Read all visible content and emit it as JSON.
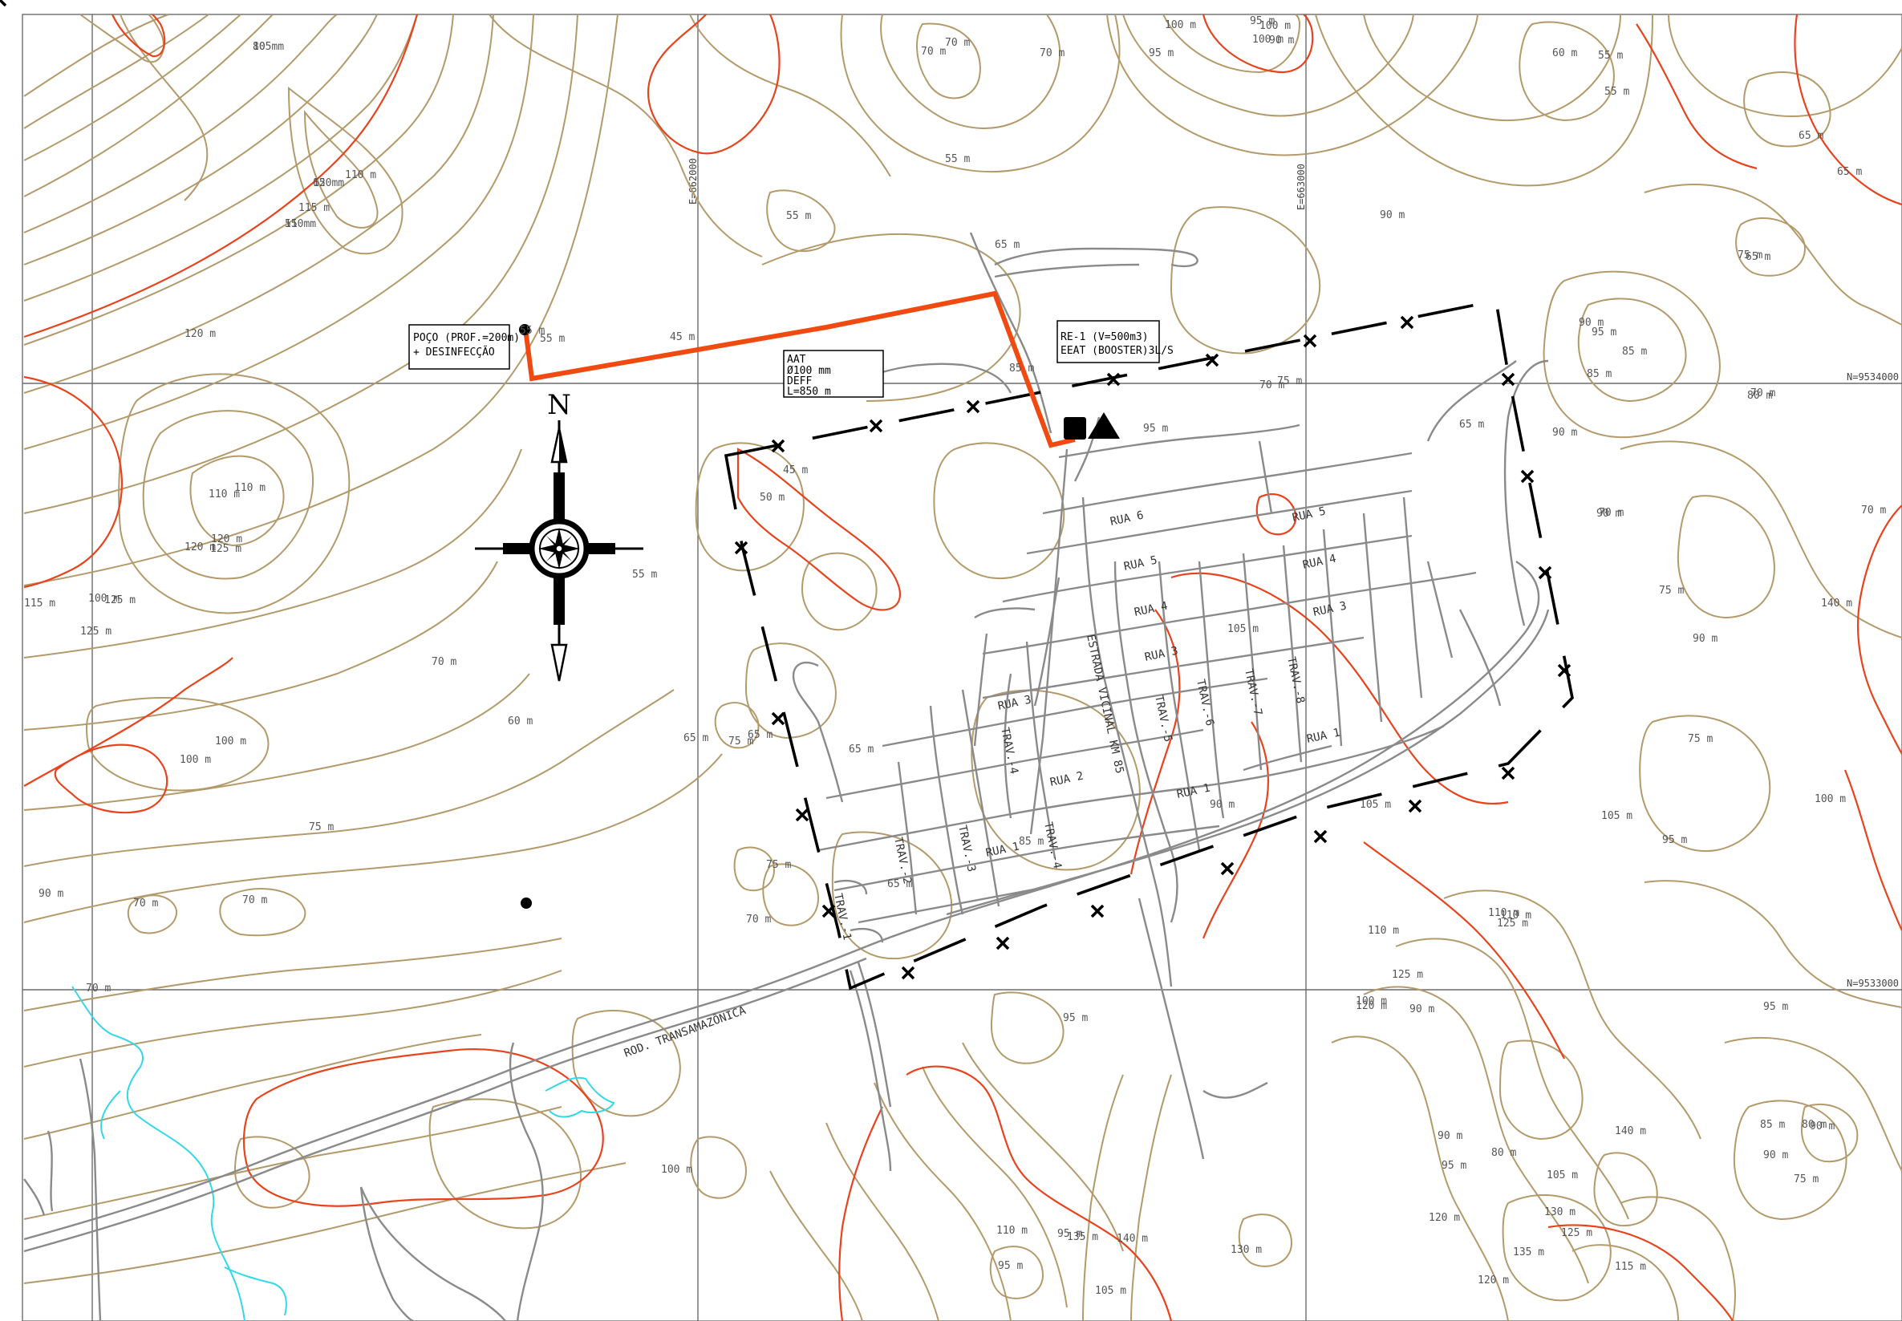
{
  "labels": {
    "poco_line1": "POÇO (PROF.=200m)",
    "poco_line2": "+ DESINFECÇÃO",
    "aat_line1": "AAT",
    "aat_line2": "Ø100 mm",
    "aat_line3": "DEFF",
    "aat_line4": "L=850 m",
    "re_line1": "RE-1 (V=500m3)",
    "re_line2": "EEAT (BOOSTER)3L/S",
    "north": "N"
  },
  "grid_labels": {
    "e662": "E=662000",
    "e663": "E=663000",
    "n9534": "N=9534000",
    "n9533": "N=9533000"
  },
  "road_label": "ROD. TRANSAMAZÔNICA",
  "streets": [
    {
      "name": "RUA 6"
    },
    {
      "name": "RUA 5"
    },
    {
      "name": "RUA 5"
    },
    {
      "name": "RUA 4"
    },
    {
      "name": "RUA 4"
    },
    {
      "name": "RUA 3"
    },
    {
      "name": "RUA 3"
    },
    {
      "name": "RUA 3"
    },
    {
      "name": "RUA 2"
    },
    {
      "name": "RUA 1"
    },
    {
      "name": "RUA 1"
    },
    {
      "name": "RUA 1"
    },
    {
      "name": "TRAV.-1"
    },
    {
      "name": "TRAV.-2"
    },
    {
      "name": "TRAV.-3"
    },
    {
      "name": "TRAV.-4"
    },
    {
      "name": "TRAV.-4"
    },
    {
      "name": "TRAV.-5"
    },
    {
      "name": "TRAV.-6"
    },
    {
      "name": "TRAV.-7"
    },
    {
      "name": "TRAV.-8"
    },
    {
      "name": "ESTRADA VICINAL KM 85"
    }
  ],
  "elevations": [
    "80 m",
    "120 m",
    "110 m",
    "115 m",
    "110 m",
    "120 m",
    "110 m",
    "120 m",
    "125 m",
    "110 m",
    "120 m",
    "125 m",
    "115 m",
    "100 m",
    "125 m",
    "70 m",
    "100 m",
    "100 m",
    "60 m",
    "75 m",
    "90 m",
    "70 m",
    "70 m",
    "70 m",
    "55 m",
    "55 m",
    "45 m",
    "45 m",
    "50 m",
    "55 m",
    "65 m",
    "75 m",
    "65 m",
    "65 m",
    "75 m",
    "70 m",
    "65 m",
    "85 m",
    "70 m",
    "70 m",
    "70 m",
    "55 m",
    "55 m",
    "65 m",
    "85 m",
    "95 m",
    "100 m",
    "100 m",
    "95 m",
    "100 m",
    "90 m",
    "95 m",
    "90 m",
    "75 m",
    "70 m",
    "65 m",
    "60 m",
    "55 m",
    "55 m",
    "65 m",
    "65 m",
    "90 m",
    "65 m",
    "70 m",
    "75 m",
    "90 m",
    "95 m",
    "85 m",
    "85 m",
    "80 m",
    "70 m",
    "70 m",
    "105 m",
    "105 m",
    "110 m",
    "110 m",
    "90 m",
    "75 m",
    "75 m",
    "100 m",
    "95 m",
    "105 m",
    "110 m",
    "125 m",
    "125 m",
    "120 m",
    "90 m",
    "95 m",
    "80 m",
    "85 m",
    "90 m",
    "75 m",
    "90 m",
    "95 m",
    "95 m",
    "100 m",
    "105 m",
    "110 m",
    "95 m",
    "90 m",
    "95 m",
    "80 m",
    "120 m",
    "105 m",
    "130 m",
    "125 m",
    "135 m",
    "115 m",
    "120 m",
    "130 m",
    "135 m",
    "140 m",
    "140 m",
    "140 m",
    "90 m",
    "90 m",
    "100 m",
    "105 m",
    "65 m",
    "55 m"
  ]
}
